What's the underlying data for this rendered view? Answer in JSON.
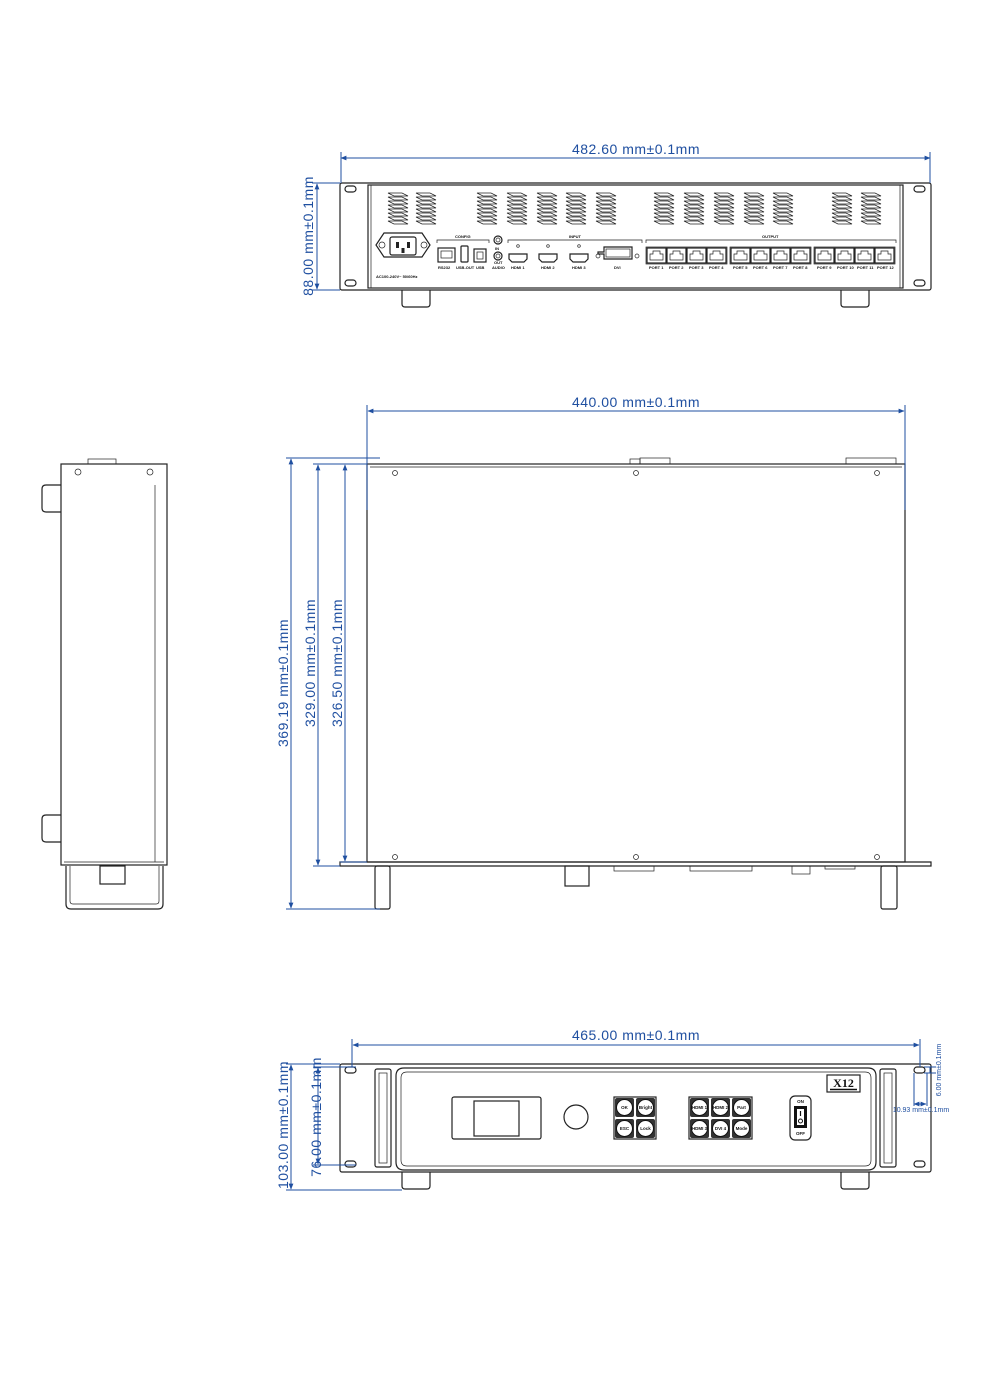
{
  "dimensions": {
    "rear_width": "482.60 mm±0.1mm",
    "rear_height": "88.00 mm±0.1mm",
    "top_width": "440.00 mm±0.1mm",
    "top_depth_total": "369.19 mm±0.1mm",
    "top_depth_mid": "329.00 mm±0.1mm",
    "top_depth_inner": "326.50 mm±0.1mm",
    "front_width": "465.00 mm±0.1mm",
    "front_height_total": "103.00 mm±0.1mm",
    "front_height_inner": "76.00 mm±0.1mm",
    "slot_width": "10.93 mm±0.1mm",
    "slot_height": "6.00 mm±0.1mm"
  },
  "rear_panel": {
    "power_label": "AC100-240V~  50/60Hz",
    "config_label": "CONFIG",
    "config_ports": [
      "RS232",
      "USB-OUT",
      "USB"
    ],
    "audio_labels": [
      "IN",
      "OUT",
      "AUDIO"
    ],
    "input_label": "INPUT",
    "input_ports": [
      "HDMI 1",
      "HDMI 2",
      "HDMI 3",
      "DVI"
    ],
    "output_label": "OUTPUT",
    "output_ports": [
      "PORT 1",
      "PORT 2",
      "PORT 3",
      "PORT 4",
      "PORT 5",
      "PORT 6",
      "PORT 7",
      "PORT 8",
      "PORT 9",
      "PORT 10",
      "PORT 11",
      "PORT 12"
    ]
  },
  "front_panel": {
    "logo": "X12",
    "buttons_left": [
      "OK",
      "Bright",
      "ESC",
      "Lock"
    ],
    "buttons_right": [
      "HDMI 1",
      "HDMI 2",
      "Part",
      "HDMI 3",
      "DVI 4",
      "Mode"
    ],
    "switch_on": "ON",
    "switch_off": "OFF"
  },
  "colors": {
    "dimension": "#1f4fa0",
    "line": "#222222"
  }
}
